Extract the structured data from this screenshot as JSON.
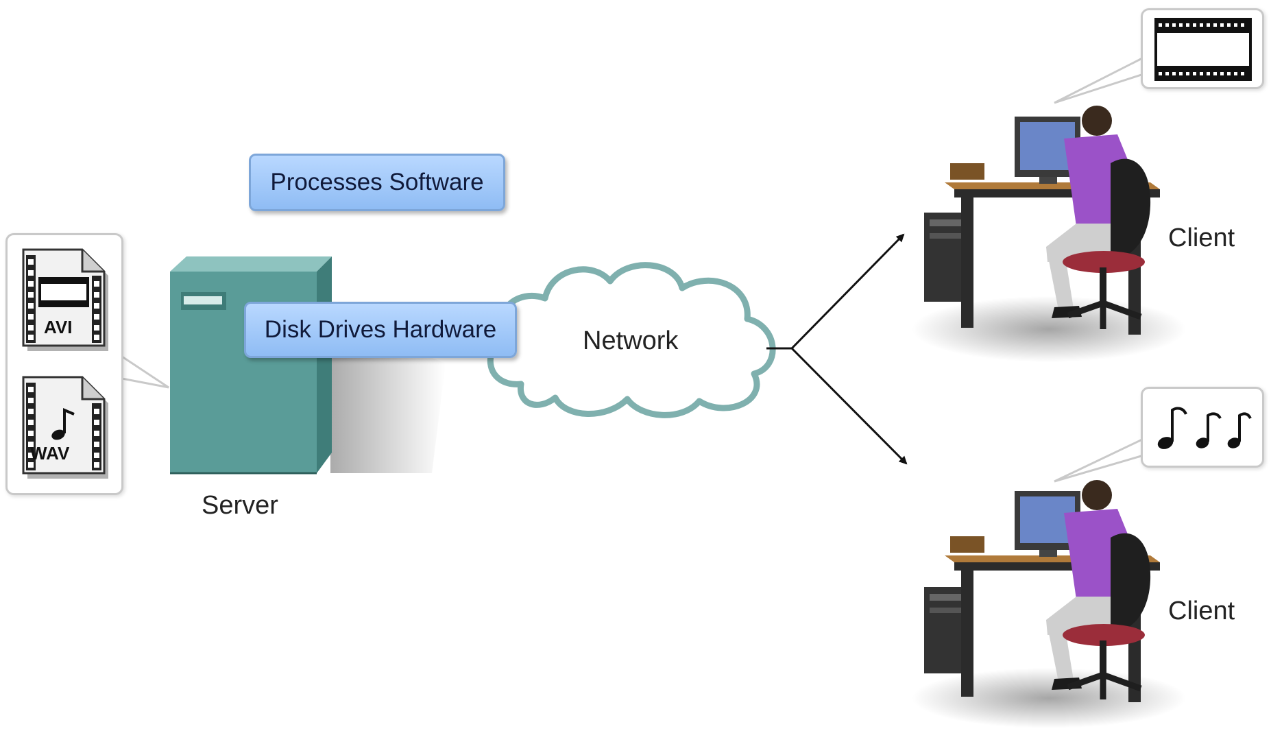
{
  "labels": {
    "processes": "Processes Software",
    "disk_drives": "Disk Drives Hardware",
    "network": "Network",
    "server": "Server",
    "client_top": "Client",
    "client_bottom": "Client"
  },
  "files": [
    {
      "label": "AVI",
      "icon": "video-file-icon"
    },
    {
      "label": "WAV",
      "icon": "audio-file-icon"
    }
  ],
  "callouts": {
    "top": "video-filmstrip-icon",
    "bottom": "music-notes-icon"
  },
  "colors": {
    "tag_fill": "#9cc4f7",
    "server_body": "#5a9c98",
    "cloud_stroke": "#7fb0ae",
    "shirt": "#9b52c8"
  }
}
